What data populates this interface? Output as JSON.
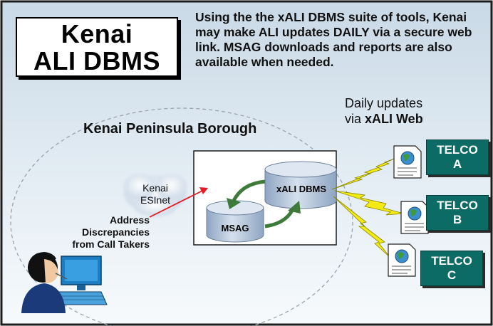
{
  "title": {
    "line1": "Kenai",
    "line2": "ALI DBMS"
  },
  "intro_text": "Using the the xALI DBMS suite of tools, Kenai may make ALI updates DAILY via a secure web link. MSAG downloads and reports are also available when needed.",
  "daily_updates": {
    "line1": "Daily updates",
    "line2_prefix": "via ",
    "line2_bold": "xALI Web"
  },
  "borough": {
    "title": "Kenai Peninsula Borough"
  },
  "esinet": {
    "line1": "Kenai",
    "line2": "ESInet"
  },
  "discrepancies": {
    "line1": "Address",
    "line2": "Discrepancies",
    "line3": "from Call Takers"
  },
  "databases": {
    "msag": "MSAG",
    "xali": "xALI DBMS"
  },
  "telcos": [
    {
      "line1": "TELCO",
      "line2": "A"
    },
    {
      "line1": "TELCO",
      "line2": "B"
    },
    {
      "line1": "TELCO",
      "line2": "C"
    }
  ],
  "colors": {
    "background_gradient_top": "#cfdde9",
    "background_gradient_bottom": "#f4f8fb",
    "telco_fill": "#0d6b66",
    "lightning": "#f2ea12",
    "arrow_red": "#e51b24",
    "cycle_arrow": "#3e7a3a",
    "cylinder": "#aebfd4"
  }
}
